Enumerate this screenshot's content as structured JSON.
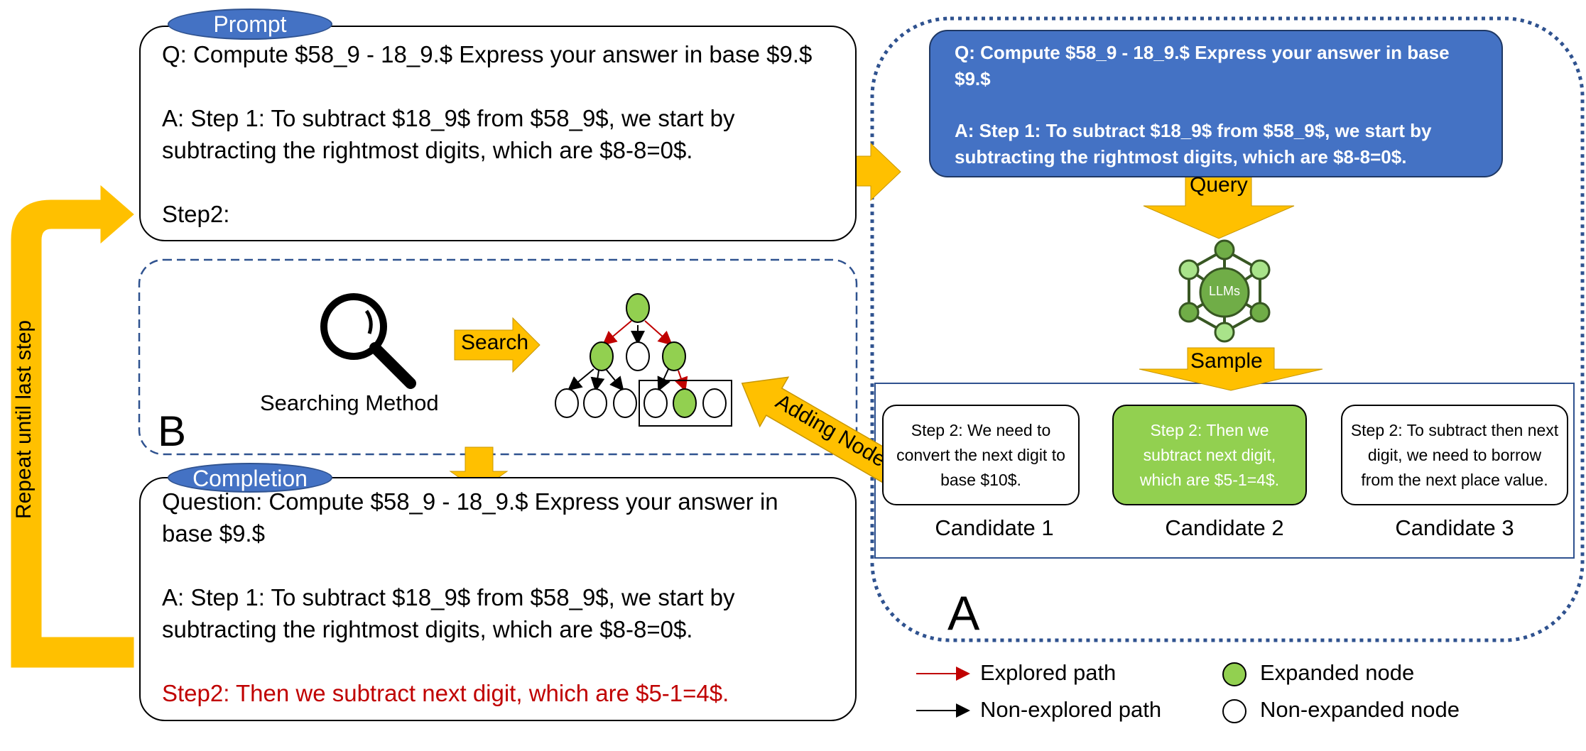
{
  "colors": {
    "arrow_yellow": "#ffc000",
    "query_blue": "#4472c4",
    "dashed_blue": "#2f528f",
    "node_green": "#92d050",
    "explored_red": "#c00000"
  },
  "repeat_label": "Repeat until last step",
  "prompt": {
    "tag": "Prompt",
    "question": "Q: Compute $58_9 - 18_9.$ Express your answer in base $9.$",
    "step1": "A: Step 1: To subtract $18_9$ from $58_9$, we start by subtracting the rightmost digits, which are $8-8=0$.",
    "step2": "Step2:"
  },
  "panel_b": {
    "letter": "B",
    "method_label": "Searching Method",
    "search_arrow_label": "Search"
  },
  "completion": {
    "tag": "Completion",
    "question": "Question: Compute $58_9 - 18_9.$ Express your answer in base $9.$",
    "step1": "A: Step 1: To subtract $18_9$ from $58_9$, we start by subtracting the rightmost digits, which are $8-8=0$.",
    "step2": "Step2: Then we subtract next digit, which are $5-1=4$."
  },
  "adding_nodes_label": "Adding Nodes",
  "panel_a": {
    "letter": "A",
    "query_box": {
      "question": "Q: Compute $58_9 - 18_9.$ Express your answer in base $9.$",
      "step1": "A: Step 1: To subtract $18_9$ from $58_9$, we start by subtracting the rightmost digits, which are $8-8=0$."
    },
    "query_label": "Query",
    "llm_label": "LLMs",
    "sample_label": "Sample",
    "candidates": [
      {
        "text": "Step 2: We need to convert the next digit to base $10$.",
        "label": "Candidate 1",
        "selected": false
      },
      {
        "text": "Step 2:  Then we subtract next digit, which are $5-1=4$.",
        "label": "Candidate 2",
        "selected": true
      },
      {
        "text": "Step 2: To subtract then next digit, we need to borrow from the next place value.",
        "label": "Candidate 3",
        "selected": false
      }
    ]
  },
  "legend": {
    "explored_path": "Explored path",
    "non_explored_path": "Non-explored path",
    "expanded_node": "Expanded node",
    "non_expanded_node": "Non-expanded node"
  }
}
